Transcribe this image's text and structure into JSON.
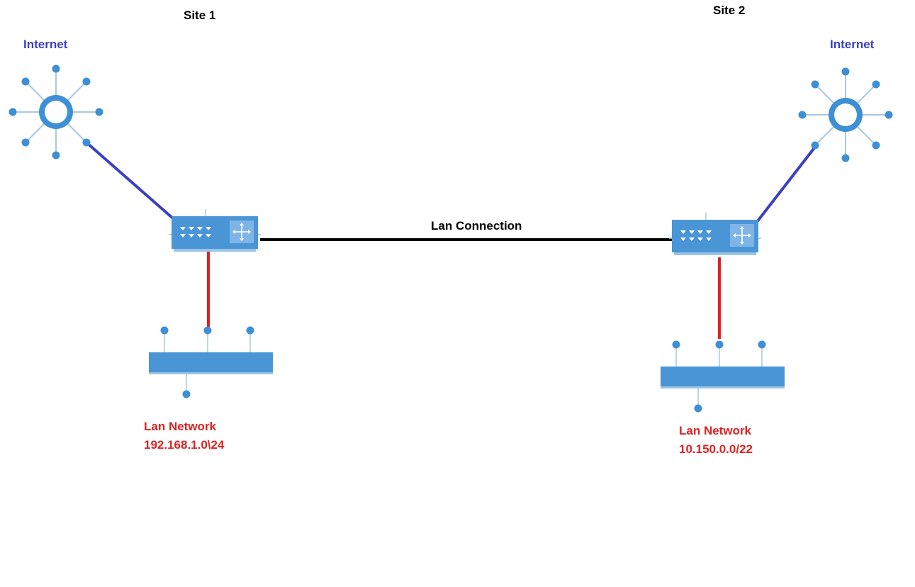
{
  "colors": {
    "device_blue": "#3d8fd6",
    "device_blue_dark": "#2f79bd",
    "internet_text": "#3a3fc8",
    "internet_link": "#3b3fc0",
    "lan_link": "#dd2222",
    "lan_text": "#dd2222",
    "site_link": "#000000"
  },
  "site1": {
    "title": "Site 1",
    "internet_label": "Internet",
    "internet_icon": "internet-globe-icon",
    "router_icon": "router-switch-icon",
    "lan_icon": "lan-bus-icon",
    "lan_label": "Lan Network",
    "lan_subnet": "192.168.1.0\\24"
  },
  "site2": {
    "title": "Site 2",
    "internet_label": "Internet",
    "internet_icon": "internet-globe-icon",
    "router_icon": "router-switch-icon",
    "lan_icon": "lan-bus-icon",
    "lan_label": "Lan Network",
    "lan_subnet": "10.150.0.0/22"
  },
  "link_label": "Lan Connection"
}
